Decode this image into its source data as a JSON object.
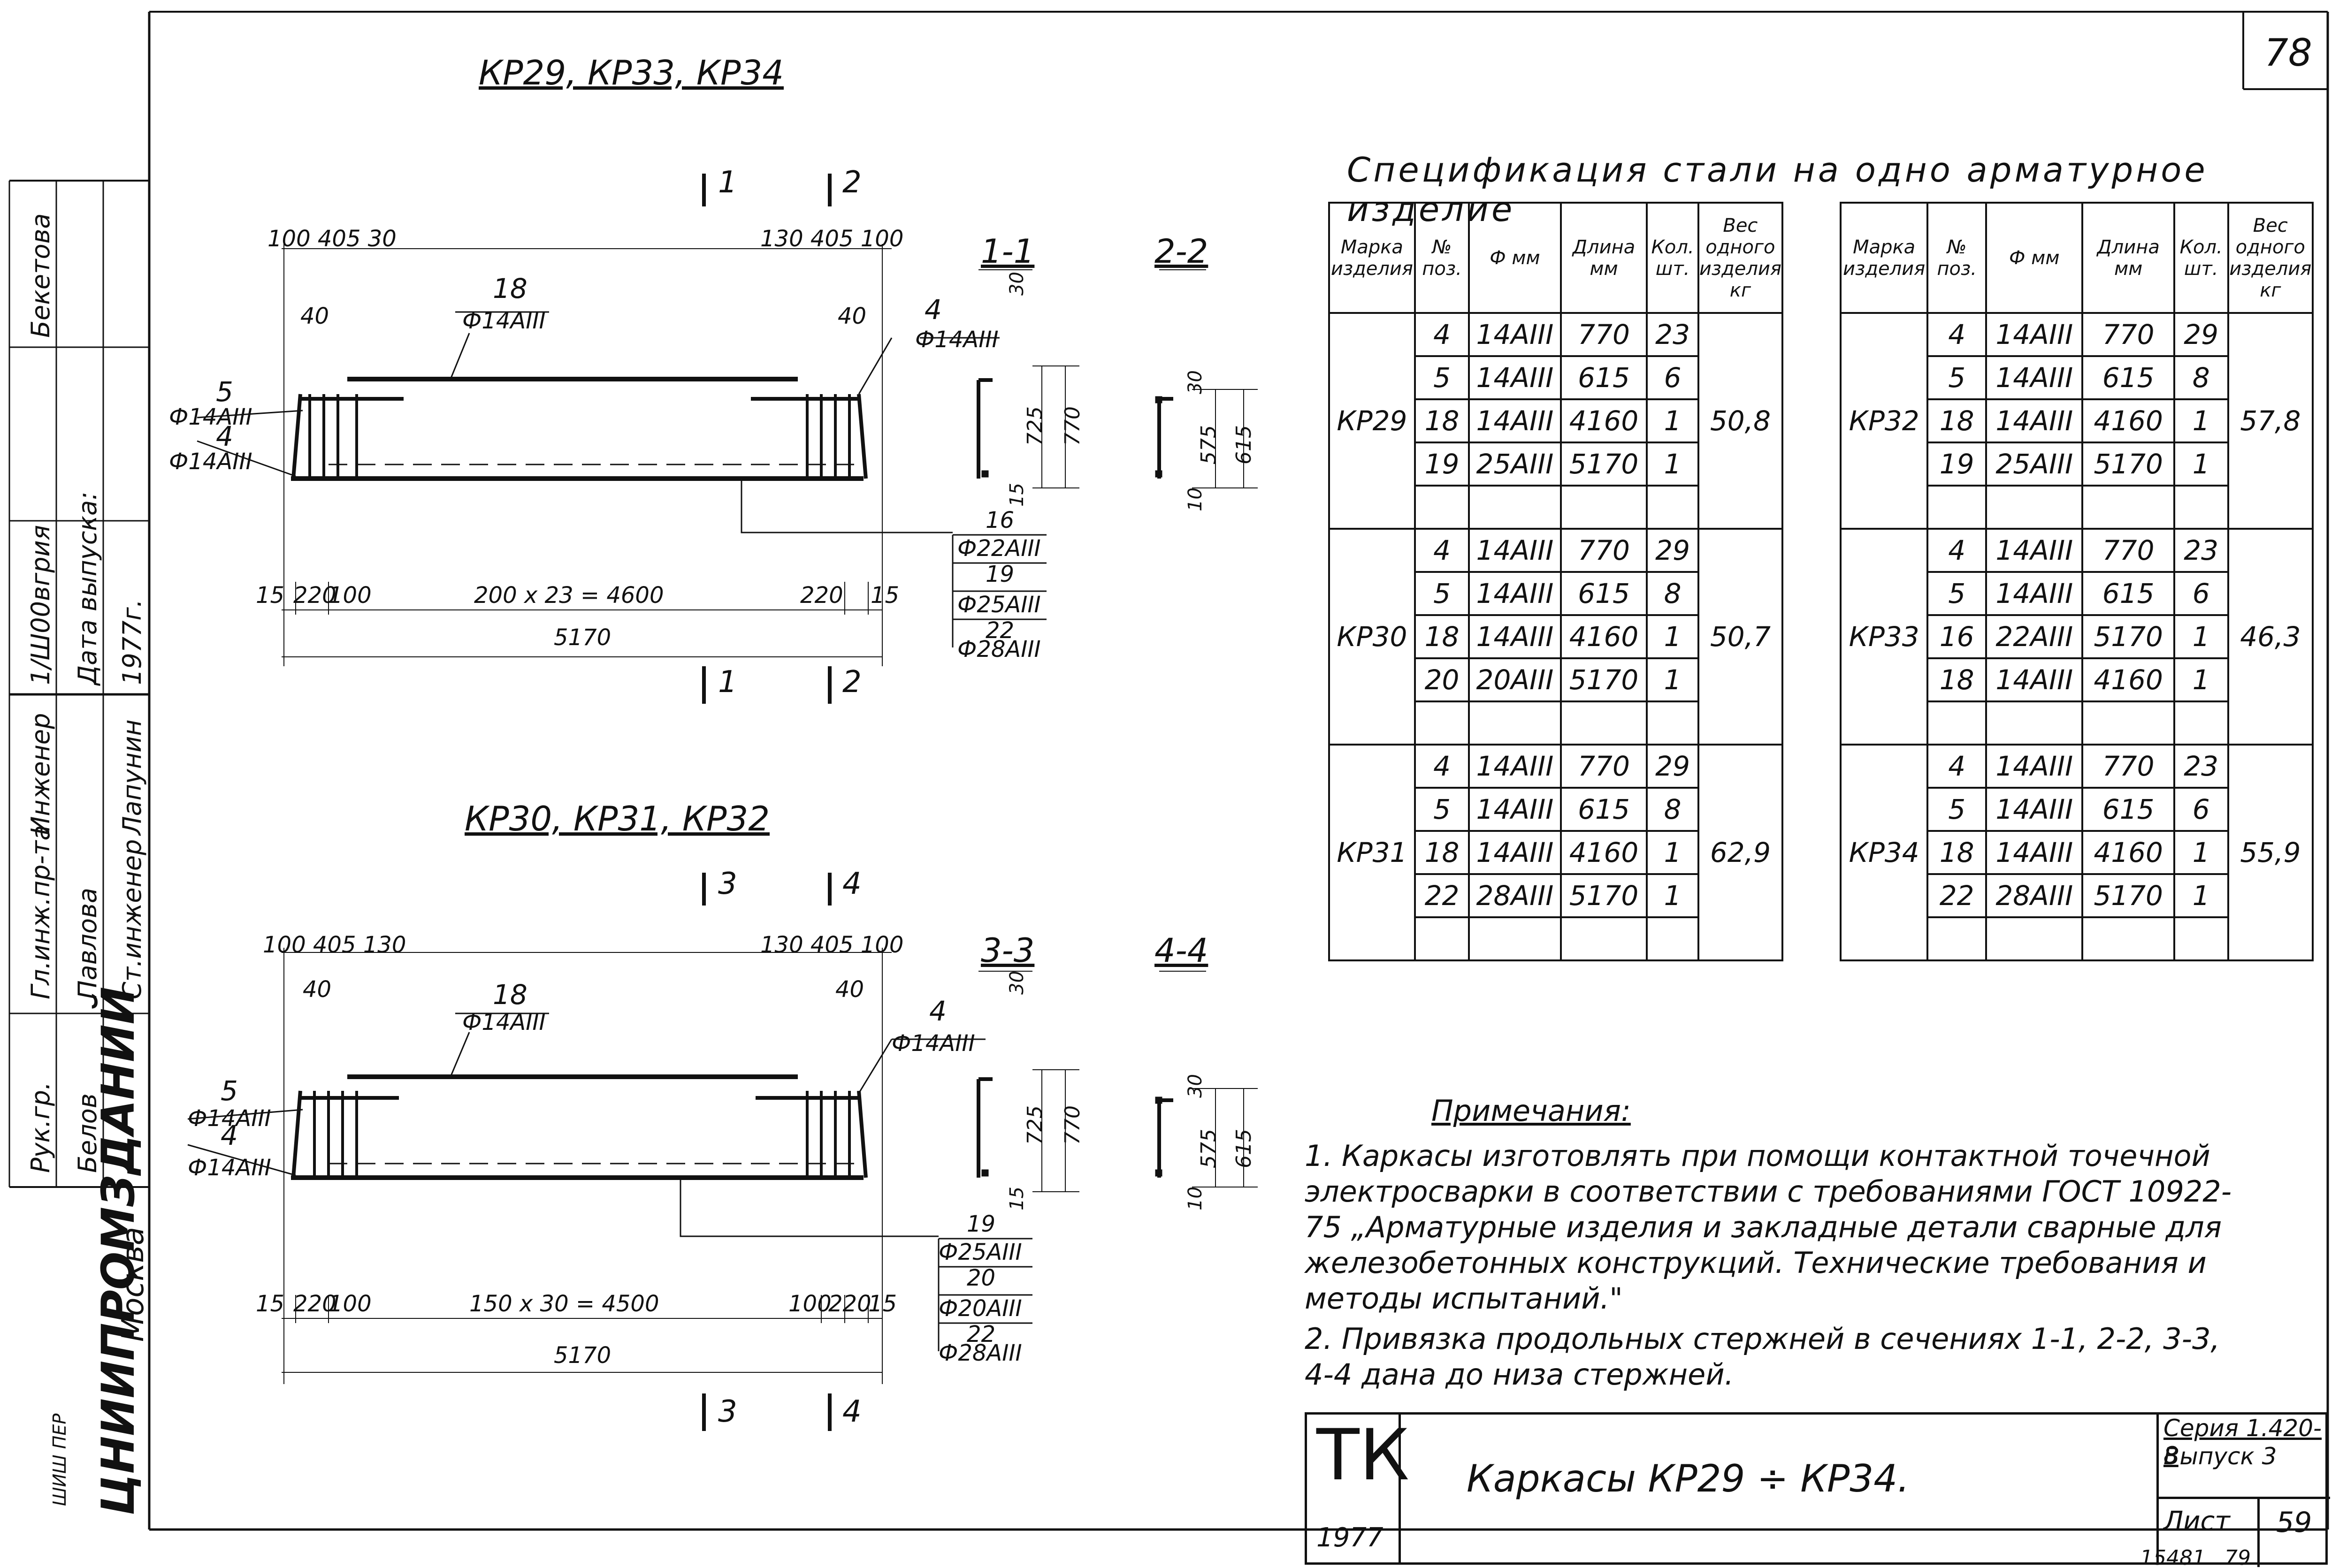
{
  "page_number": "78",
  "stamp_side": {
    "org_line1": "ЦНИИПРОМЗДАНИЙ",
    "org_line2": "Москва",
    "top_faint": "ШИШ ПЕР",
    "rows": [
      {
        "role": "Рук.гр.",
        "name": "Белов"
      },
      {
        "role": "Гл.инж.пр-та",
        "name": "Павлова"
      },
      {
        "role": "Ст.инженер",
        "name": "Лапунин"
      },
      {
        "role": "Инженер",
        "name": ""
      },
      {
        "role": "Дата выпуска:",
        "name": "1977г."
      }
    ],
    "extra_col": [
      "Бекетова",
      "1/Ш00вгрия"
    ]
  },
  "drawings": [
    {
      "title": "КР29, КР33, КР34",
      "section_a_label": "1",
      "section_b_label": "2",
      "section_view_a": "1-1",
      "section_view_b": "2-2",
      "dims_top_left": "100 405 30",
      "dims_top_right": "130 405 100",
      "dim_40_left": "40",
      "dim_40_right": "40",
      "pos18": "18",
      "pos18_bar": "Ф14АIII",
      "pos4_right": "4",
      "pos4_right_bar": "Ф14АIII",
      "pos5": "5",
      "pos5_bar": "Ф14АIII",
      "pos4_left": "4",
      "pos4_left_bar": "Ф14АIII",
      "callout_lines": [
        "16",
        "Ф22АIII",
        "19",
        "Ф25АIII",
        "22",
        "Ф28АIII"
      ],
      "bottom_dims": [
        "15",
        "220",
        "100",
        "200 x 23 = 4600",
        "220",
        "15"
      ],
      "overall": "5170",
      "sec_a_dims": [
        "30",
        "725",
        "770",
        "15"
      ],
      "sec_b_dims": [
        "30",
        "575",
        "615",
        "10"
      ]
    },
    {
      "title": "КР30, КР31, КР32",
      "section_a_label": "3",
      "section_b_label": "4",
      "section_view_a": "3-3",
      "section_view_b": "4-4",
      "dims_top_left": "100 405 130",
      "dims_top_right": "130 405 100",
      "dim_40_left": "40",
      "dim_40_right": "40",
      "pos18": "18",
      "pos18_bar": "Ф14АIII",
      "pos4_right": "4",
      "pos4_right_bar": "Ф14АIII",
      "pos5": "5",
      "pos5_bar": "Ф14АIII",
      "pos4_left": "4",
      "pos4_left_bar": "Ф14АIII",
      "callout_lines": [
        "19",
        "Ф25АIII",
        "20",
        "Ф20АIII",
        "22",
        "Ф28АIII"
      ],
      "bottom_dims": [
        "15",
        "220",
        "100",
        "150 x 30 = 4500",
        "100",
        "220",
        "15"
      ],
      "overall": "5170",
      "sec_a_dims": [
        "30",
        "725",
        "770",
        "15"
      ],
      "sec_b_dims": [
        "30",
        "575",
        "615",
        "10"
      ]
    }
  ],
  "spec": {
    "title": "Спецификация стали на одно арматурное изделие",
    "headers": [
      "Марка изделия",
      "№ поз.",
      "Ф мм",
      "Длина мм",
      "Кол. шт.",
      "Вес одного изделия кг"
    ],
    "left": [
      {
        "mark": "КР29",
        "weight": "50,8",
        "rows": [
          [
            "4",
            "14АIII",
            "770",
            "23"
          ],
          [
            "5",
            "14АIII",
            "615",
            "6"
          ],
          [
            "18",
            "14АIII",
            "4160",
            "1"
          ],
          [
            "19",
            "25АIII",
            "5170",
            "1"
          ]
        ]
      },
      {
        "mark": "КР30",
        "weight": "50,7",
        "rows": [
          [
            "4",
            "14АIII",
            "770",
            "29"
          ],
          [
            "5",
            "14АIII",
            "615",
            "8"
          ],
          [
            "18",
            "14АIII",
            "4160",
            "1"
          ],
          [
            "20",
            "20АIII",
            "5170",
            "1"
          ]
        ]
      },
      {
        "mark": "КР31",
        "weight": "62,9",
        "rows": [
          [
            "4",
            "14АIII",
            "770",
            "29"
          ],
          [
            "5",
            "14АIII",
            "615",
            "8"
          ],
          [
            "18",
            "14АIII",
            "4160",
            "1"
          ],
          [
            "22",
            "28АIII",
            "5170",
            "1"
          ]
        ]
      }
    ],
    "right": [
      {
        "mark": "КР32",
        "weight": "57,8",
        "rows": [
          [
            "4",
            "14АIII",
            "770",
            "29"
          ],
          [
            "5",
            "14АIII",
            "615",
            "8"
          ],
          [
            "18",
            "14АIII",
            "4160",
            "1"
          ],
          [
            "19",
            "25АIII",
            "5170",
            "1"
          ]
        ]
      },
      {
        "mark": "КР33",
        "weight": "46,3",
        "rows": [
          [
            "4",
            "14АIII",
            "770",
            "23"
          ],
          [
            "5",
            "14АIII",
            "615",
            "6"
          ],
          [
            "16",
            "22АIII",
            "5170",
            "1"
          ],
          [
            "18",
            "14АIII",
            "4160",
            "1"
          ]
        ]
      },
      {
        "mark": "КР34",
        "weight": "55,9",
        "rows": [
          [
            "4",
            "14АIII",
            "770",
            "23"
          ],
          [
            "5",
            "14АIII",
            "615",
            "6"
          ],
          [
            "18",
            "14АIII",
            "4160",
            "1"
          ],
          [
            "22",
            "28АIII",
            "5170",
            "1"
          ]
        ]
      }
    ]
  },
  "notes": {
    "heading": "Примечания:",
    "items": [
      "1. Каркасы изготовлять при помощи контактной точечной электросварки в соответствии с требованиями ГОСТ 10922-75 „Арматурные изделия и закладные детали сварные для железобетонных конструкций. Технические требования и методы испытаний.\"",
      "2. Привязка продольных стержней в сечениях 1-1, 2-2, 3-3, 4-4 дана до низа стержней."
    ]
  },
  "title_block": {
    "code": "ТК",
    "year": "1977",
    "name": "Каркасы КР29 ÷ КР34.",
    "series": "Серия 1.420-8",
    "issue": "Выпуск 3",
    "sheet_label": "Лист",
    "sheet_no": "59"
  },
  "footer": {
    "inv": "15481",
    "page": "79"
  }
}
